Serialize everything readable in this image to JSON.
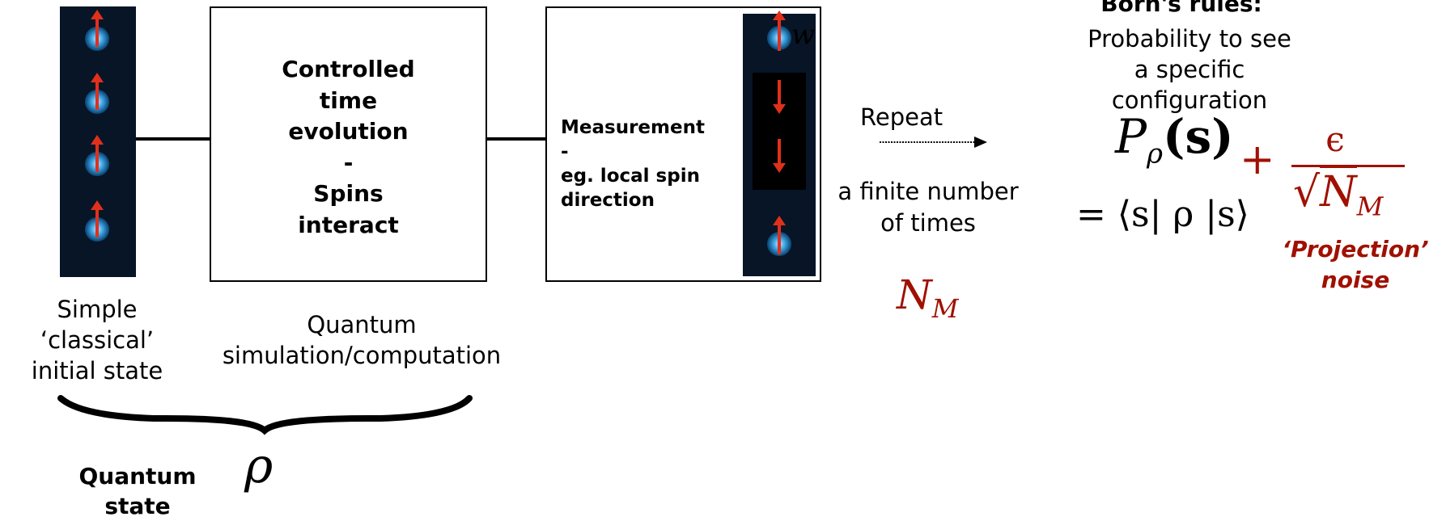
{
  "initial_state": {
    "label": "Simple\n‘classical’\ninitial state"
  },
  "evolution_box": {
    "text": "Controlled\ntime\nevolution\n-\nSpins\ninteract"
  },
  "computation_label": {
    "text": "Quantum\nsimulation/computation"
  },
  "measurement_box": {
    "text": "Measurement\n-\neg. local spin\ndirection",
    "glyph": "w"
  },
  "repeat": {
    "label": "Repeat",
    "times": "a finite number\nof times",
    "n_symbol": "N",
    "n_sub": "M"
  },
  "born": {
    "title": "Born's rules:",
    "desc": "Probability to see\na specific\nconfiguration",
    "p_symbol": "P",
    "p_sub": "ρ",
    "p_arg": "(s)",
    "expectation": "= ⟨s| ρ |s⟩",
    "plus": "+",
    "epsilon": "ϵ",
    "sqrt_sym": "√",
    "noise_label": "‘Projection’\nnoise"
  },
  "quantum_state": {
    "label": "Quantum\nstate",
    "symbol": "ρ"
  },
  "spins_initial": [
    "up",
    "up",
    "up",
    "up"
  ],
  "spins_measured": [
    "up",
    "down",
    "down",
    "up"
  ]
}
